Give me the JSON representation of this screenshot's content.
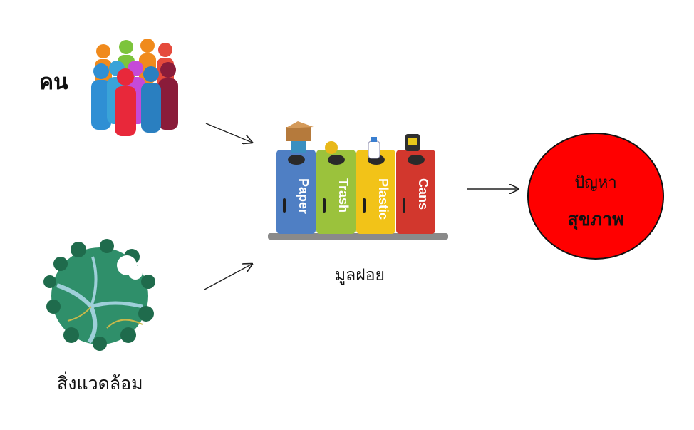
{
  "people": {
    "label": "คน",
    "icon": "crowd-of-people-icon"
  },
  "environment": {
    "label": "สิ่งแวดล้อม",
    "icon": "globe-with-trees-icon"
  },
  "waste": {
    "label": "มูลฝอย",
    "icon": "recycling-bins-icon",
    "bins": [
      {
        "label": "Paper",
        "color": "#4f7fc4"
      },
      {
        "label": "Trash",
        "color": "#9bc23c"
      },
      {
        "label": "Plastic",
        "color": "#f2c318"
      },
      {
        "label": "Cans",
        "color": "#d2372d"
      }
    ]
  },
  "problem": {
    "line1": "ปัญหา",
    "line2": "สุขภาพ",
    "color": "#ff0000"
  }
}
